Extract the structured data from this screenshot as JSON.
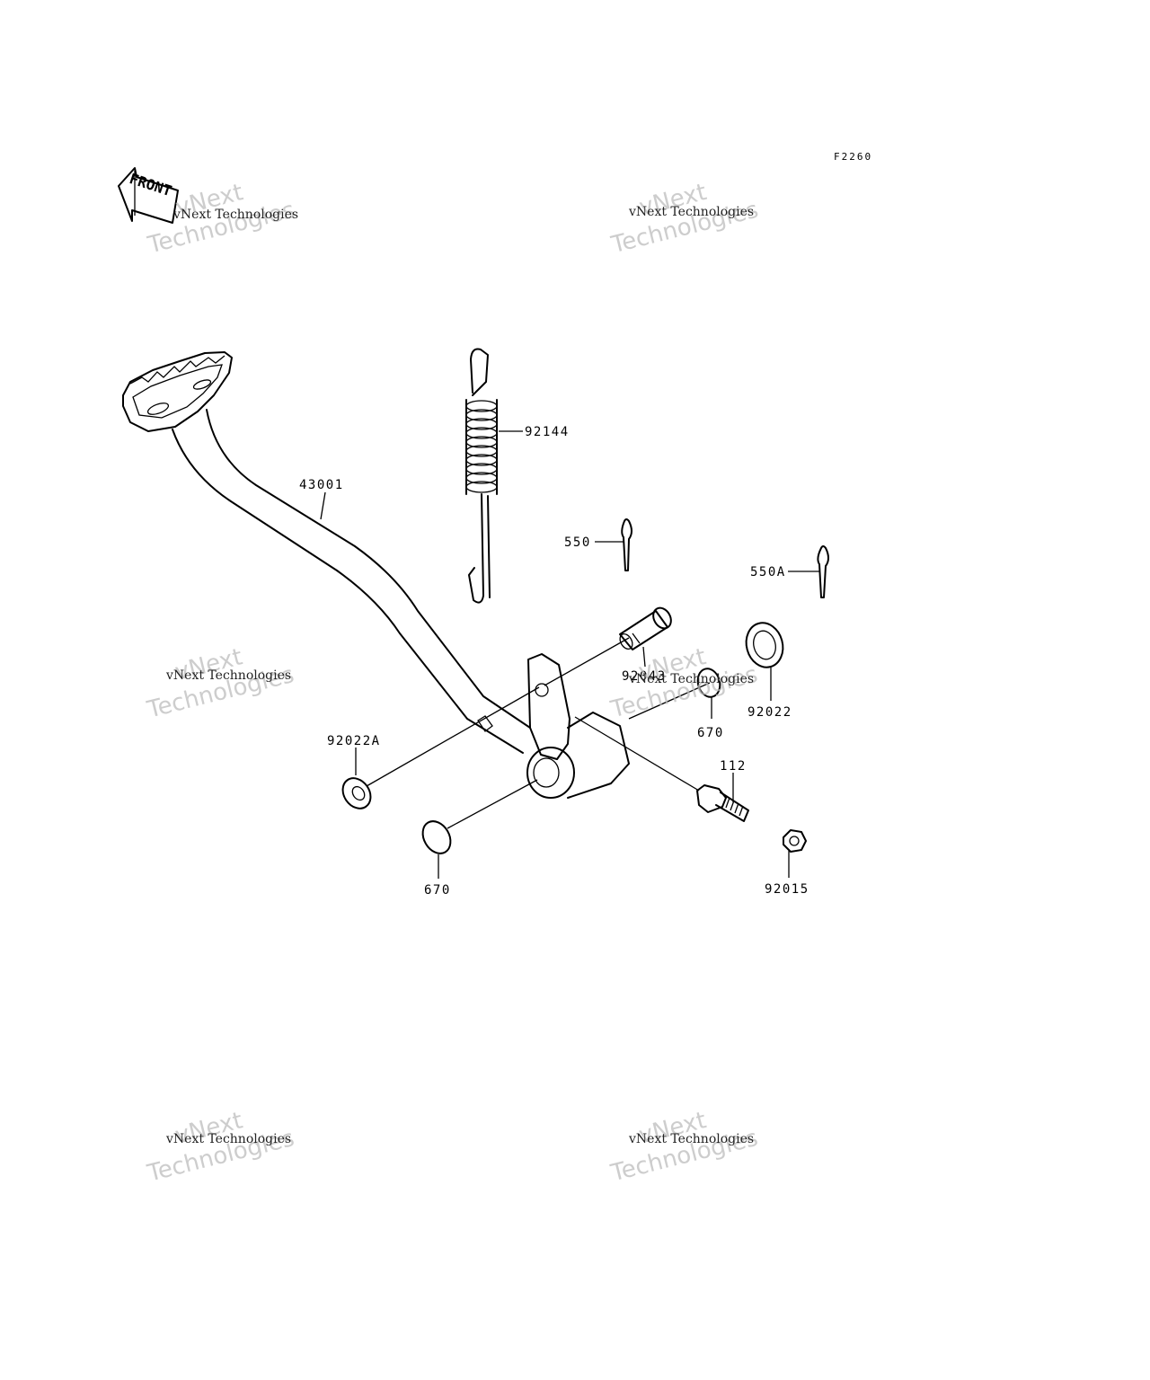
{
  "diagram": {
    "reference_code": "F2260",
    "front_arrow_label": "FRONT",
    "watermark": {
      "line1": "vNext",
      "line2": "Technologies",
      "small": "vNext Technologies"
    },
    "callouts": {
      "spring": "92144",
      "pedal": "43001",
      "cotter_pin": "550",
      "cotter_pin_a": "550A",
      "pin": "92043",
      "washer": "92022",
      "washer_a": "92022A",
      "o_ring_upper": "670",
      "o_ring_lower": "670",
      "bolt": "112",
      "nut": "92015"
    }
  }
}
